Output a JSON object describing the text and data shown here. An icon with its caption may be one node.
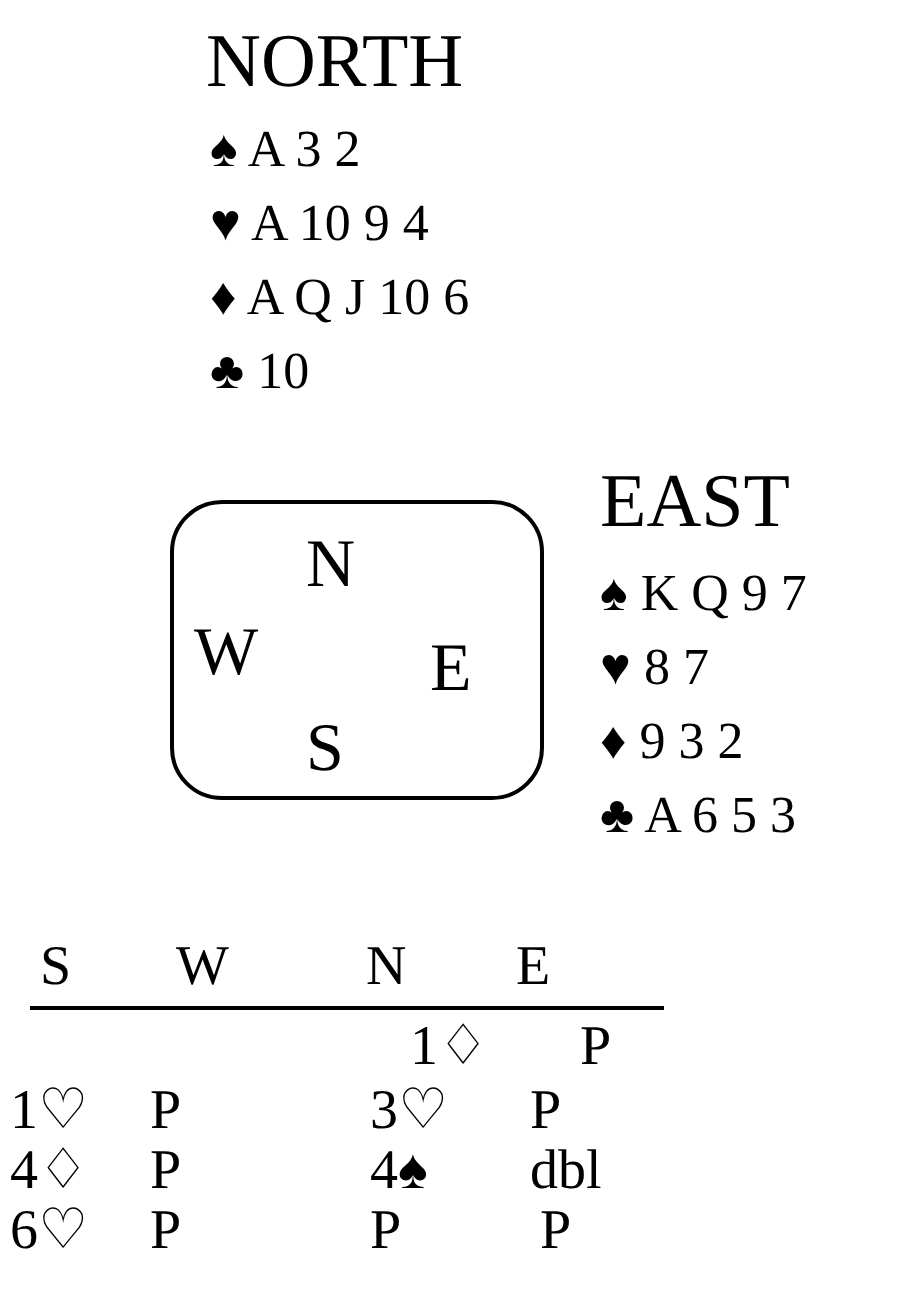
{
  "diagram": {
    "nodes": [
      {
        "text": [
          "N",
          "W",
          "E",
          "S"
        ]
      }
    ],
    "edges": [],
    "labels": [
      "NORTH",
      "♠ A 3 2",
      "♥ A 10 9 4",
      "♦ A Q J 10 6",
      "♣ 10",
      "EAST",
      "♠ K Q 9 7",
      "♥ 8 7",
      "♦ 9 3 2",
      "♣ A 6 5 3",
      "S",
      "W",
      "N",
      "E",
      "1♢",
      "P",
      "1♡",
      "P",
      "3♡",
      "P",
      "4♢",
      "P",
      "4♠",
      "dbl",
      "6♡",
      "P",
      "P",
      "P"
    ]
  }
}
